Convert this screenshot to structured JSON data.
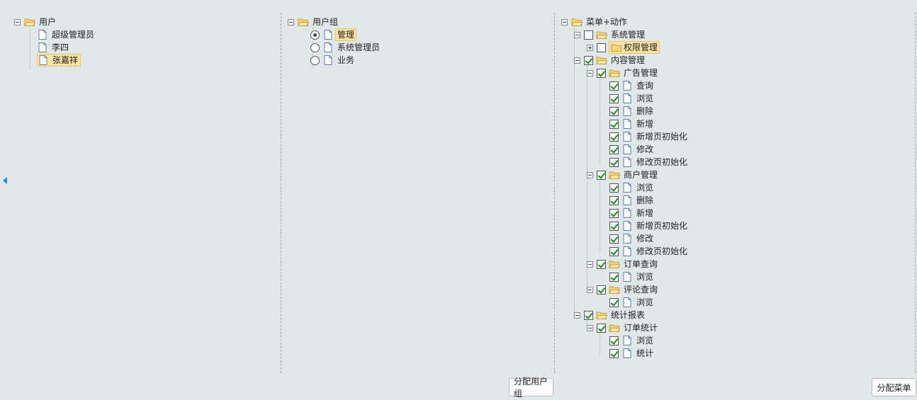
{
  "user_tree": {
    "root": "用户",
    "items": [
      "超级管理员",
      "李四",
      "张嘉祥"
    ],
    "selected": "张嘉祥"
  },
  "group_tree": {
    "root": "用户组",
    "items": [
      {
        "label": "管理",
        "selected": true
      },
      {
        "label": "系统管理员",
        "selected": false
      },
      {
        "label": "业务",
        "selected": false
      }
    ]
  },
  "menu_tree": {
    "root": "菜单+动作",
    "system": {
      "label": "系统管理",
      "checked": false,
      "child": {
        "label": "权限管理",
        "checked": false
      }
    },
    "content": {
      "label": "内容管理",
      "checked": true,
      "ads": {
        "label": "广告管理",
        "actions": [
          "查询",
          "浏览",
          "删除",
          "新增",
          "新增页初始化",
          "修改",
          "修改页初始化"
        ]
      },
      "merchants": {
        "label": "商户管理",
        "actions": [
          "浏览",
          "删除",
          "新增",
          "新增页初始化",
          "修改",
          "修改页初始化"
        ]
      },
      "orders": {
        "label": "订单查询",
        "actions": [
          "浏览"
        ]
      },
      "reviews": {
        "label": "评论查询",
        "actions": [
          "浏览"
        ]
      }
    },
    "stats": {
      "label": "统计报表",
      "checked": true,
      "order_stats": {
        "label": "订单统计",
        "actions": [
          "浏览",
          "统计"
        ]
      }
    }
  },
  "buttons": {
    "assign_group": "分配用户组",
    "assign_menu": "分配菜单"
  },
  "colors": {
    "background": "#e1e8ea",
    "selection": "#fce3a8",
    "check": "#1a8a1a",
    "folder": "#f7d67a",
    "collapse_arrow": "#2a8dd4"
  }
}
